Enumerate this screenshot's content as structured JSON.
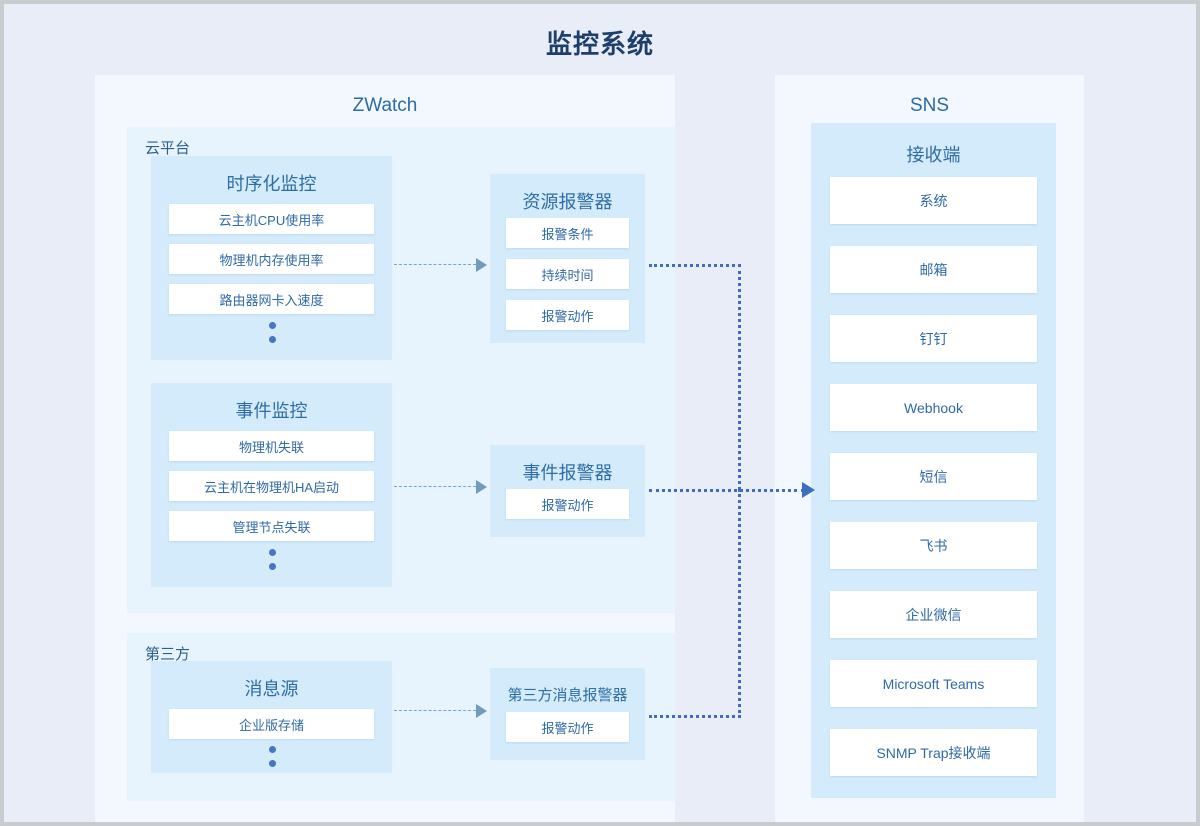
{
  "title": "监控系统",
  "panels": {
    "zwatch": {
      "title": "ZWatch"
    },
    "sns": {
      "title": "SNS"
    }
  },
  "groups": {
    "cloud_platform": {
      "label": "云平台"
    },
    "third_party": {
      "label": "第三方"
    }
  },
  "timeseries_monitor": {
    "title": "时序化监控",
    "items": [
      {
        "label": "云主机CPU使用率"
      },
      {
        "label": "物理机内存使用率"
      },
      {
        "label": "路由器网卡入速度"
      }
    ]
  },
  "event_monitor": {
    "title": "事件监控",
    "items": [
      {
        "label": "物理机失联"
      },
      {
        "label": "云主机在物理机HA启动"
      },
      {
        "label": "管理节点失联"
      }
    ]
  },
  "message_source": {
    "title": "消息源",
    "items": [
      {
        "label": "企业版存储"
      }
    ]
  },
  "resource_alarm": {
    "title": "资源报警器",
    "items": [
      {
        "label": "报警条件"
      },
      {
        "label": "持续时间"
      },
      {
        "label": "报警动作"
      }
    ]
  },
  "event_alarm": {
    "title": "事件报警器",
    "items": [
      {
        "label": "报警动作"
      }
    ]
  },
  "third_party_alarm": {
    "title": "第三方消息报警器",
    "items": [
      {
        "label": "报警动作"
      }
    ]
  },
  "receiver": {
    "title": "接收端",
    "items": [
      {
        "label": "系统"
      },
      {
        "label": "邮箱"
      },
      {
        "label": "钉钉"
      },
      {
        "label": "Webhook"
      },
      {
        "label": "短信"
      },
      {
        "label": "飞书"
      },
      {
        "label": "企业微信"
      },
      {
        "label": "Microsoft Teams"
      },
      {
        "label": "SNMP Trap接收端"
      }
    ]
  },
  "colors": {
    "page_background": "#e8edf7",
    "panel_background": "#f2f8fe",
    "group_background": "#e8f4fd",
    "card_background": "#d4ebfb",
    "item_background": "#ffffff",
    "title_text": "#1e3f6b",
    "body_text": "#2f6aa8",
    "connector_dashed": "#7ba4c4",
    "connector_dotted": "#3f6ec0",
    "dot_marker": "#4675c6"
  }
}
